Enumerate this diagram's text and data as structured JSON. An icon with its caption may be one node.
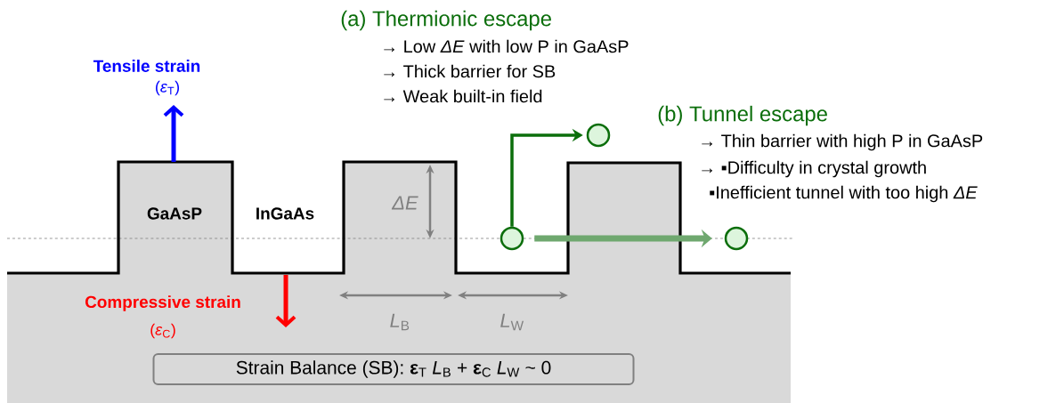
{
  "diagram": {
    "nodes": [
      {
        "text": [],
        "shape": "circle"
      },
      {
        "text": [],
        "shape": "circle"
      },
      {
        "text": [],
        "shape": "circle"
      },
      {
        "text": [
          "Strain Balance (SB): **ε**$_{T}$ *L*$_{B}$ + **ε**$_{C}$ *L*$_{W}$ ~ 0"
        ]
      }
    ],
    "edges": [
      {
        "from": 0,
        "to": 1,
        "arrow": "to",
        "color": "#0b6e0b"
      },
      {
        "from": 0,
        "to": 2,
        "arrow": "to",
        "style": "thick",
        "color": "#6fa86f"
      }
    ],
    "labels": [
      "(a) Thermionic escape",
      "→ Low *ΔE* with low P in GaAsP",
      "→ Thick barrier for SB",
      "→ Weak built-in field",
      "Tensile strain",
      "(*ε*$_{T}$)",
      "(b) Tunnel escape",
      "→ Thin barrier  with high P in GaAsP",
      "→ ▪Difficulty in crystal growth",
      "▪Inefficient tunnel with too high *ΔE*",
      "GaAsP",
      "InGaAs",
      "*ΔE*",
      "Compressive strain",
      "(*ε*$_{C}$)",
      "*L*$_{B}$",
      "*L*$_{W}$"
    ]
  }
}
